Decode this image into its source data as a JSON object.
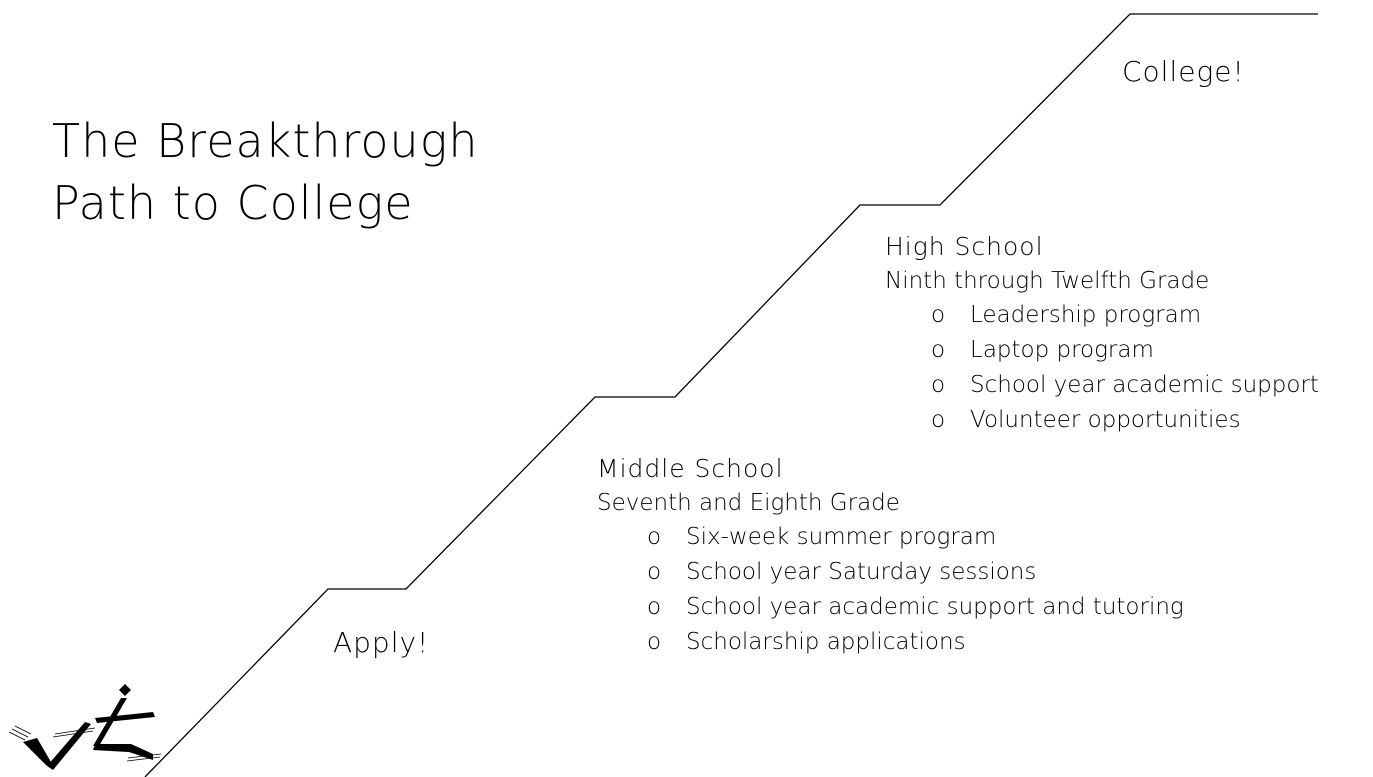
{
  "title": {
    "line1": "The Breakthrough",
    "line2": "Path to College"
  },
  "steps": {
    "apply": "Apply!",
    "college": "College!"
  },
  "middle_school": {
    "heading": "Middle School",
    "subheading": "Seventh and Eighth Grade",
    "bullet": "o",
    "items": [
      "Six-week summer program",
      "School year Saturday sessions",
      "School year academic support and tutoring",
      "Scholarship applications"
    ]
  },
  "high_school": {
    "heading": "High School",
    "subheading": "Ninth through Twelfth Grade",
    "bullet": "o",
    "items": [
      "Leadership program",
      "Laptop program",
      "School year academic support",
      "Volunteer opportunities"
    ]
  },
  "logo": {
    "icon": "runner-logo-icon"
  },
  "colors": {
    "line": "#000000",
    "text": "#000000",
    "background": "#ffffff"
  }
}
